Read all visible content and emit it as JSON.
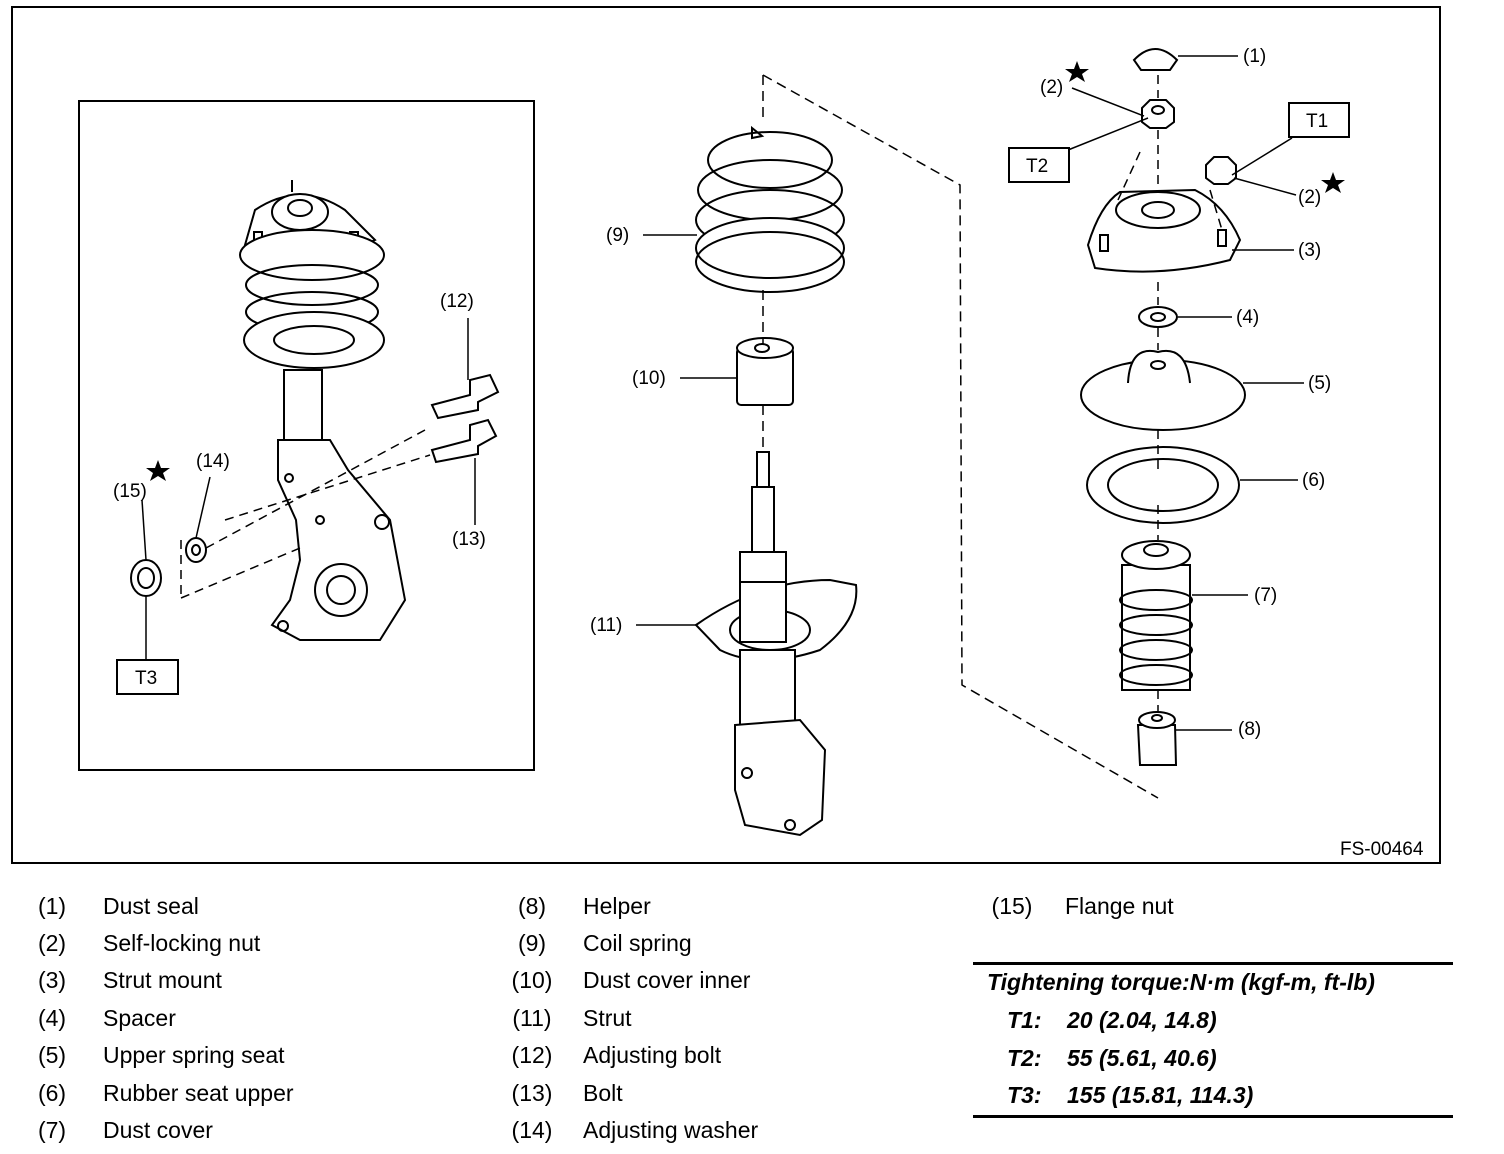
{
  "figure": {
    "code": "FS-00464",
    "callouts": [
      {
        "id": "c1",
        "text": "(1)"
      },
      {
        "id": "c2a",
        "text": "(2)"
      },
      {
        "id": "c2b",
        "text": "(2)"
      },
      {
        "id": "c3",
        "text": "(3)"
      },
      {
        "id": "c4",
        "text": "(4)"
      },
      {
        "id": "c5",
        "text": "(5)"
      },
      {
        "id": "c6",
        "text": "(6)"
      },
      {
        "id": "c7",
        "text": "(7)"
      },
      {
        "id": "c8",
        "text": "(8)"
      },
      {
        "id": "c9",
        "text": "(9)"
      },
      {
        "id": "c10",
        "text": "(10)"
      },
      {
        "id": "c11",
        "text": "(11)"
      },
      {
        "id": "c12",
        "text": "(12)"
      },
      {
        "id": "c13",
        "text": "(13)"
      },
      {
        "id": "c14",
        "text": "(14)"
      },
      {
        "id": "c15",
        "text": "(15)"
      }
    ],
    "torque_tags": {
      "t1": "T1",
      "t2": "T2",
      "t3": "T3"
    },
    "star_icon": "star-icon"
  },
  "legend": [
    {
      "num": "(1)",
      "name": "Dust seal"
    },
    {
      "num": "(2)",
      "name": "Self-locking nut"
    },
    {
      "num": "(3)",
      "name": "Strut mount"
    },
    {
      "num": "(4)",
      "name": "Spacer"
    },
    {
      "num": "(5)",
      "name": "Upper spring seat"
    },
    {
      "num": "(6)",
      "name": "Rubber seat upper"
    },
    {
      "num": "(7)",
      "name": "Dust cover"
    },
    {
      "num": "(8)",
      "name": "Helper"
    },
    {
      "num": "(9)",
      "name": "Coil spring"
    },
    {
      "num": "(10)",
      "name": "Dust cover inner"
    },
    {
      "num": "(11)",
      "name": "Strut"
    },
    {
      "num": "(12)",
      "name": "Adjusting bolt"
    },
    {
      "num": "(13)",
      "name": "Bolt"
    },
    {
      "num": "(14)",
      "name": "Adjusting washer"
    },
    {
      "num": "(15)",
      "name": "Flange nut"
    }
  ],
  "torque": {
    "heading": "Tightening torque:N·m (kgf-m, ft-lb)",
    "rows": [
      {
        "tag": "T1:",
        "value": "20 (2.04, 14.8)"
      },
      {
        "tag": "T2:",
        "value": "55 (5.61, 40.6)"
      },
      {
        "tag": "T3:",
        "value": "155 (15.81, 114.3)"
      }
    ]
  }
}
